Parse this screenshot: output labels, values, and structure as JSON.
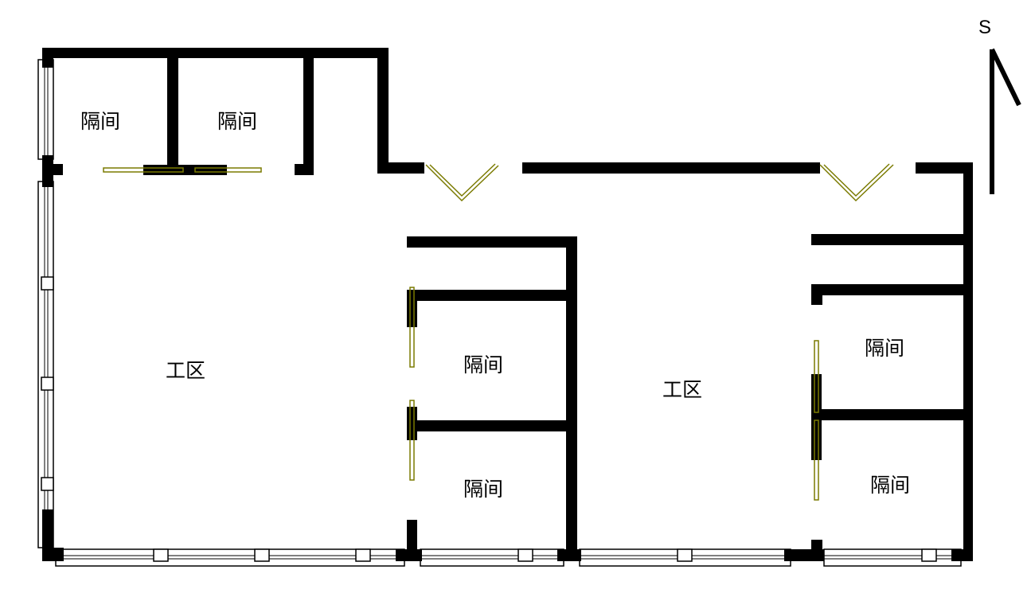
{
  "plan": {
    "north_label": "S",
    "rooms": [
      {
        "label": "隔间"
      },
      {
        "label": "隔间"
      },
      {
        "label": "工区"
      },
      {
        "label": "隔间"
      },
      {
        "label": "隔间"
      },
      {
        "label": "工区"
      },
      {
        "label": "隔间"
      },
      {
        "label": "隔间"
      }
    ],
    "colors": {
      "wall": "#000000",
      "door": "#7a7a00"
    }
  }
}
